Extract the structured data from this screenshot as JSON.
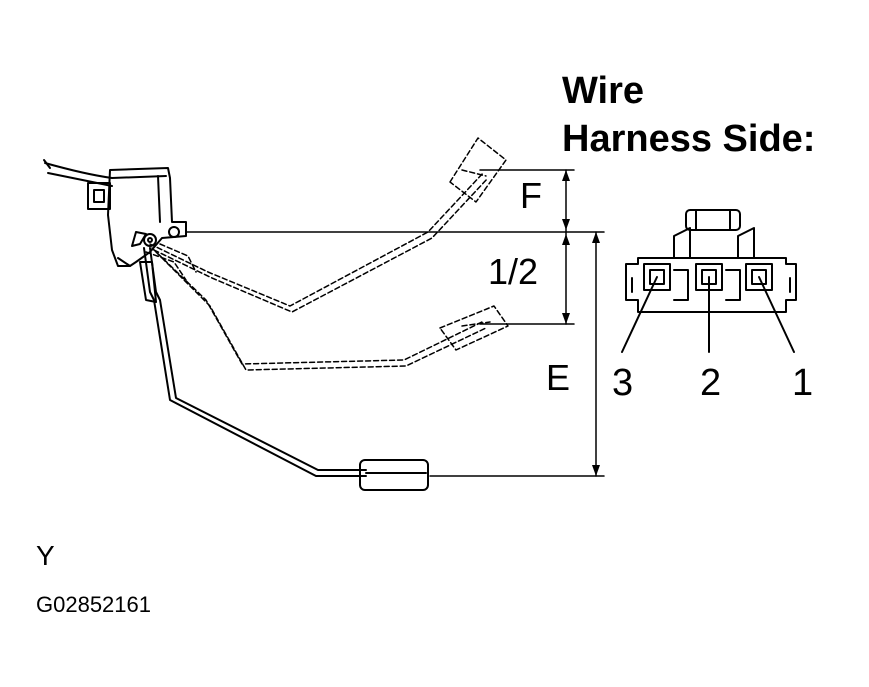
{
  "connector": {
    "title_line1": "Wire",
    "title_line2": "Harness Side:",
    "pins": [
      "3",
      "2",
      "1"
    ]
  },
  "dimensions": {
    "full": "F",
    "half": "1/2",
    "empty": "E"
  },
  "view_label": "Y",
  "figure_code": "G02852161"
}
